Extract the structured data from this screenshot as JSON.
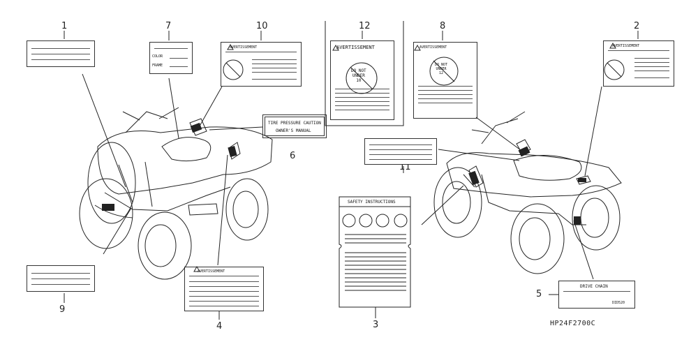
{
  "diagram": {
    "callouts": [
      "1",
      "2",
      "3",
      "4",
      "5",
      "6",
      "7",
      "8",
      "9",
      "10",
      "11",
      "12"
    ],
    "label6": {
      "line1": "TIRE PRESSURE CAUTION",
      "line2": "OWNER'S MANUAL"
    },
    "label5": {
      "title": "DRIVE CHAIN",
      "sub": "DID520"
    },
    "label12": {
      "header": "AVERTISSEMENT",
      "sign": "DO NOT\nUNDER\n10"
    },
    "label8": {
      "header": "AVERTISSEMENT",
      "sign": "DO NOT\nUNDER\n12"
    },
    "label3": {
      "header": "SAFETY INSTRUCTIONS"
    },
    "label10": {
      "header": "AVERTISSEMENT"
    },
    "label2": {
      "header": "AVERTISSEMENT"
    },
    "label4": {
      "header": "AVERTISSEMENT"
    },
    "label7": {
      "row1": "COLOR",
      "row2": "FRAME"
    },
    "diagram_code": "HP24F2700C"
  }
}
